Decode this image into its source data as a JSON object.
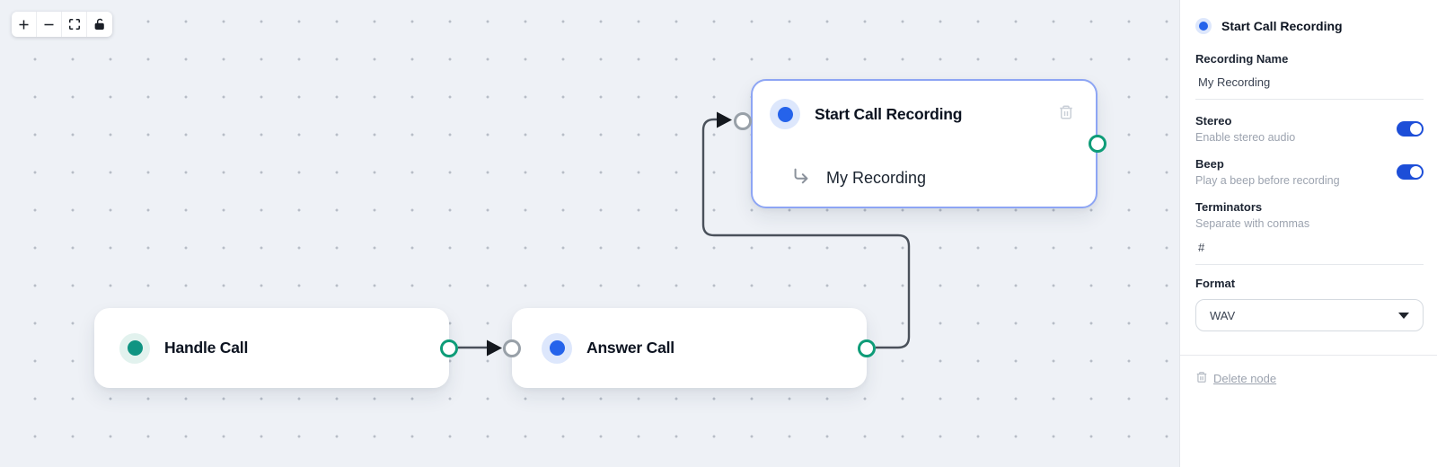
{
  "canvas": {
    "toolbar": {
      "zoom_in": "zoom in",
      "zoom_out": "zoom out",
      "fit_view": "fit view",
      "lock": "toggle interactivity"
    },
    "nodes": [
      {
        "id": "handle-call",
        "title": "Handle Call",
        "accent": "#0f9482"
      },
      {
        "id": "answer-call",
        "title": "Answer Call",
        "accent": "#2563eb"
      },
      {
        "id": "start-call-recording",
        "title": "Start Call Recording",
        "subtitle": "My Recording",
        "accent": "#2563eb",
        "selected": true
      }
    ]
  },
  "panel": {
    "title": "Start Call Recording",
    "recording_name": {
      "label": "Recording Name",
      "value": "My Recording"
    },
    "stereo": {
      "label": "Stereo",
      "description": "Enable stereo audio",
      "enabled": true
    },
    "beep": {
      "label": "Beep",
      "description": "Play a beep before recording",
      "enabled": true
    },
    "terminators": {
      "label": "Terminators",
      "description": "Separate with commas",
      "value": "#"
    },
    "format": {
      "label": "Format",
      "value": "WAV"
    },
    "delete_label": "Delete node"
  },
  "colors": {
    "accent_blue": "#2563eb",
    "toggle_blue": "#1d4ed8",
    "node_teal": "#0f9482",
    "port_green": "#0e9c78",
    "port_gray": "#98a0a8",
    "selected_border": "#8da5f4",
    "edge": "#4a515b",
    "canvas_bg": "#eef1f6"
  }
}
